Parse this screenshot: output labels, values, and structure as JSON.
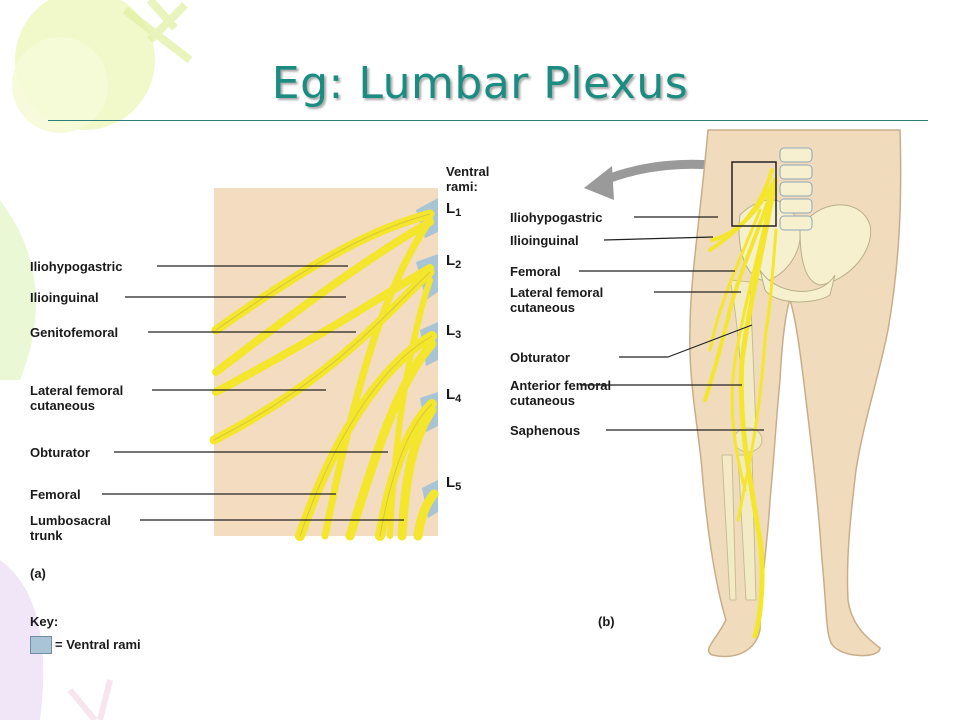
{
  "slide": {
    "title": "Eg: Lumbar Plexus"
  },
  "panel_a": {
    "heading": "Ventral rami:",
    "levels": [
      "L1",
      "L2",
      "L3",
      "L4",
      "L5"
    ],
    "labels": [
      "Iliohypogastric",
      "Ilioinguinal",
      "Genitofemoral",
      "Lateral femoral cutaneous",
      "Obturator",
      "Femoral",
      "Lumbosacral trunk"
    ],
    "caption": "(a)"
  },
  "key": {
    "title": "Key:",
    "entry": "= Ventral rami"
  },
  "panel_b": {
    "labels": [
      "Iliohypogastric",
      "Ilioinguinal",
      "Femoral",
      "Lateral femoral cutaneous",
      "Obturator",
      "Anterior femoral cutaneous",
      "Saphenous"
    ],
    "caption": "(b)"
  },
  "colors": {
    "title": "#1a8c82",
    "nerve": "#f3e62c",
    "skin": "#f0dcbc",
    "panel_bg": "#f3dcbf",
    "ventral_rami": "#a9c4d4"
  }
}
